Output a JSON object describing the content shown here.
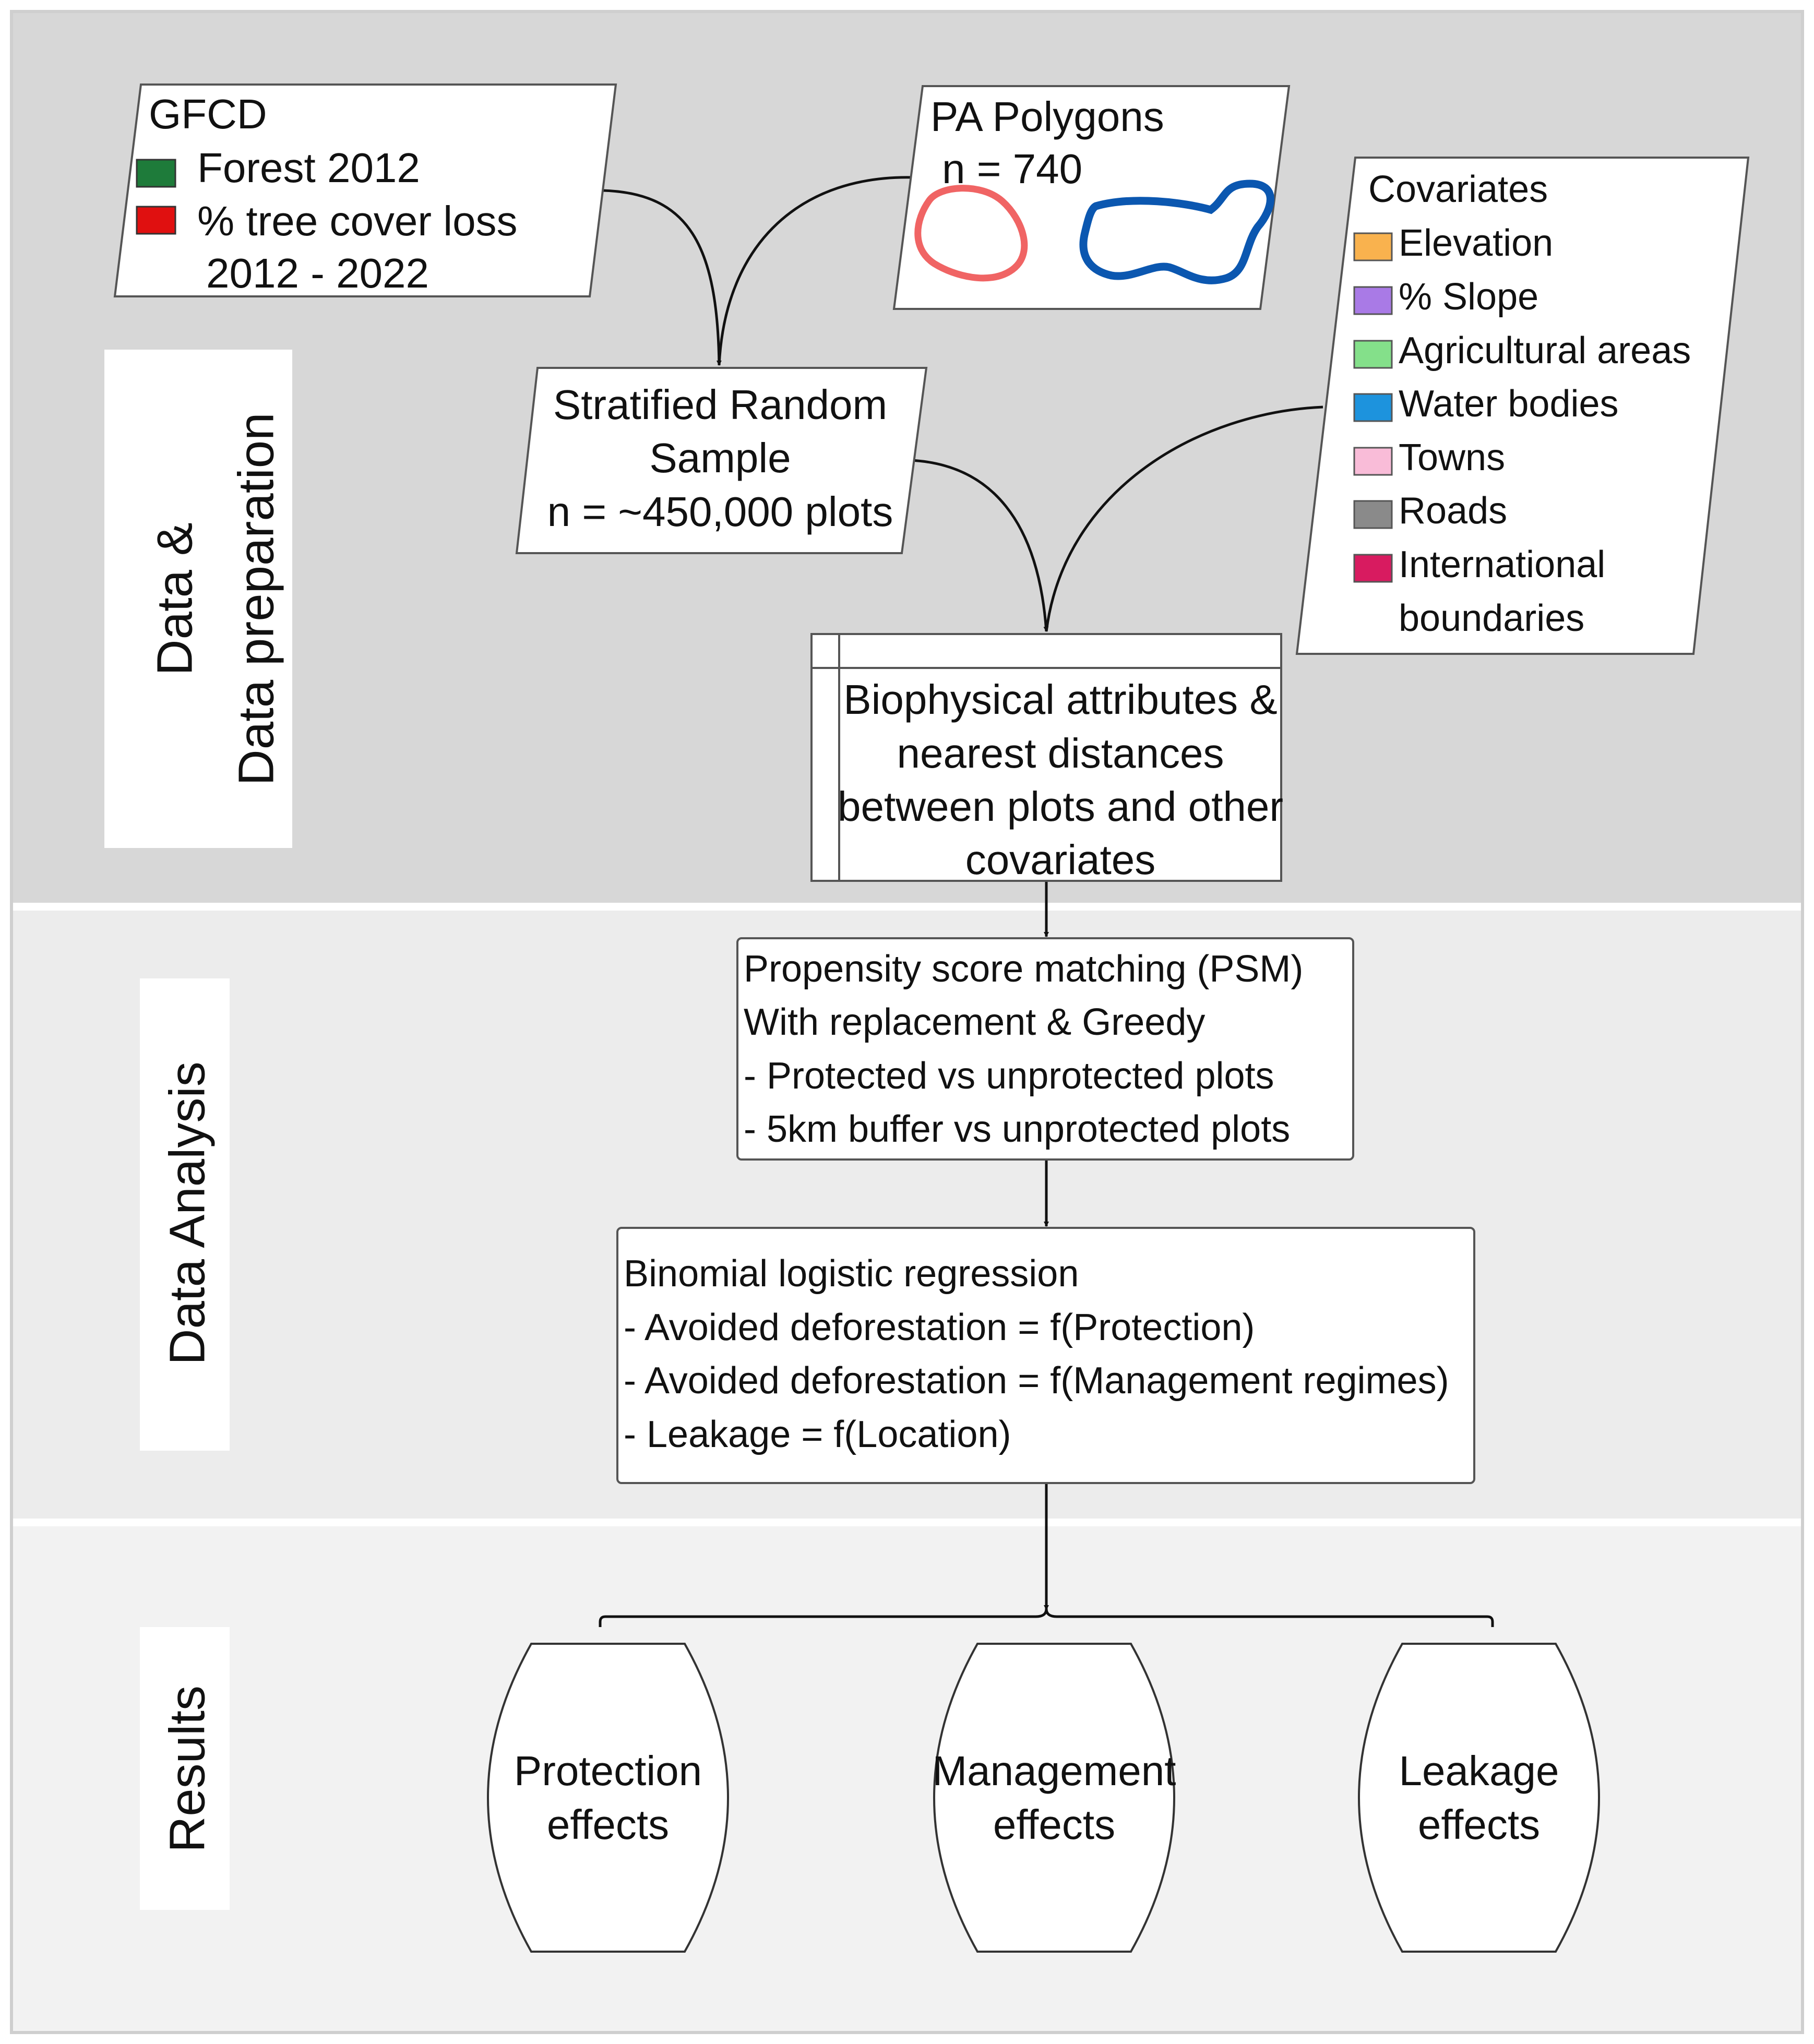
{
  "colors": {
    "band_preparation": "#d7d7d7",
    "band_analysis": "#ececec",
    "band_results": "#f2f2f2",
    "forest": "#1e7b3a",
    "tree_cover_loss": "#e01010",
    "pa_outline_red": "#f06464",
    "pa_outline_blue": "#0b57b0",
    "elevation": "#f9b24e",
    "slope": "#a97ae6",
    "agricultural": "#84e08a",
    "water": "#1d93dd",
    "towns": "#f9bcd8",
    "roads": "#8a8a8a",
    "boundaries": "#d81b60"
  },
  "bands": {
    "preparation": {
      "line1": "Data &",
      "line2": "Data preparation"
    },
    "analysis": {
      "label": "Data Analysis"
    },
    "results": {
      "label": "Results"
    }
  },
  "gfcd": {
    "title": "GFCD",
    "items": [
      {
        "label": "Forest 2012",
        "color": "forest"
      },
      {
        "label": "% tree cover loss",
        "color": "tree_cover_loss"
      }
    ],
    "years": "2012 - 2022"
  },
  "pa_polygons": {
    "title": "PA Polygons",
    "count": "n = 740"
  },
  "covariates": {
    "title": "Covariates",
    "items": [
      {
        "label": "Elevation",
        "color": "elevation",
        "icon": "elevation-swatch"
      },
      {
        "label": "% Slope",
        "color": "slope",
        "icon": "slope-swatch"
      },
      {
        "label": "Agricultural areas",
        "color": "agricultural",
        "icon": "agricultural-swatch"
      },
      {
        "label": "Water bodies",
        "color": "water",
        "icon": "water-swatch"
      },
      {
        "label": "Towns",
        "color": "towns",
        "icon": "towns-swatch"
      },
      {
        "label": "Roads",
        "color": "roads",
        "icon": "roads-swatch"
      },
      {
        "label": "International",
        "continuation": "boundaries",
        "color": "boundaries",
        "icon": "boundaries-swatch"
      }
    ]
  },
  "sample": {
    "line1": "Stratified Random",
    "line2": "Sample",
    "line3": "n = ~450,000 plots"
  },
  "attributes": {
    "lines": [
      "Biophysical attributes &",
      "nearest distances",
      "between plots and other",
      "covariates"
    ]
  },
  "psm": {
    "lines": [
      "Propensity score matching (PSM)",
      "With replacement & Greedy",
      "- Protected vs unprotected plots",
      "- 5km buffer vs unprotected plots"
    ]
  },
  "regression": {
    "lines": [
      "Binomial logistic regression",
      "- Avoided deforestation = f(Protection)",
      "- Avoided deforestation = f(Management regimes)",
      "- Leakage = f(Location)"
    ]
  },
  "results": [
    {
      "line1": "Protection",
      "line2": "effects"
    },
    {
      "line1": "Management",
      "line2": "effects"
    },
    {
      "line1": "Leakage",
      "line2": "effects"
    }
  ]
}
